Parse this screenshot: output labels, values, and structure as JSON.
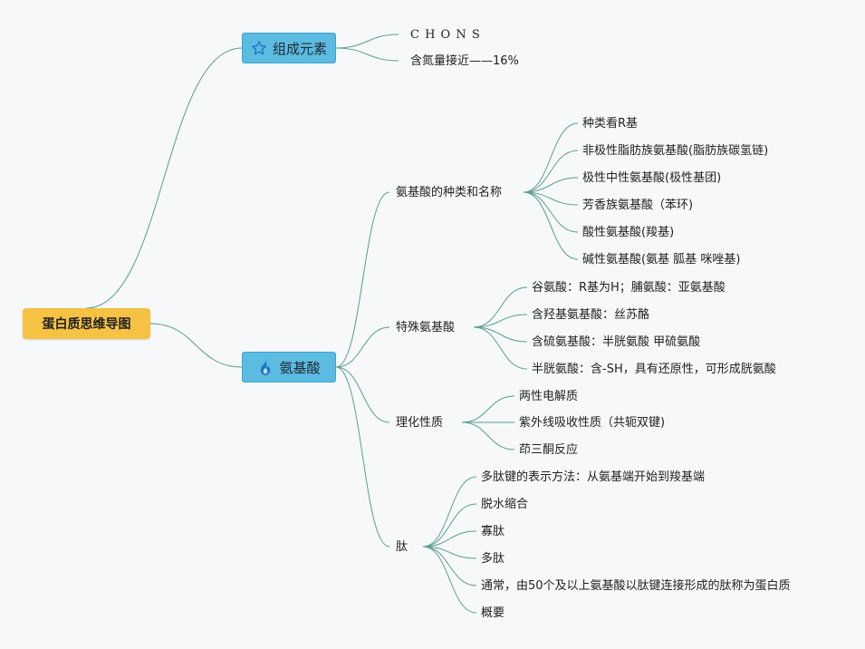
{
  "root": "蛋白质思维导图",
  "branches": [
    {
      "label": "组成元素",
      "icon": "star-icon",
      "items": [
        "C H O N S",
        "含氮量接近——16%"
      ]
    },
    {
      "label": "氨基酸",
      "icon": "flame-icon",
      "groups": [
        {
          "label": "氨基酸的种类和名称",
          "items": [
            "种类看R基",
            "非极性脂肪族氨基酸(脂肪族碳氢链)",
            "极性中性氨基酸(极性基团)",
            "芳香族氨基酸（苯环)",
            "酸性氨基酸(羧基)",
            "碱性氨基酸(氨基 胍基 咪唑基)"
          ]
        },
        {
          "label": "特殊氨基酸",
          "items": [
            "谷氨酸：R基为H；脯氨酸：亚氨基酸",
            "含羟基氨基酸：丝苏酪",
            "含硫氨基酸：半胱氨酸 甲硫氨酸",
            "半胱氨酸：含-SH，具有还原性，可形成胱氨酸"
          ]
        },
        {
          "label": "理化性质",
          "items": [
            "两性电解质",
            "紫外线吸收性质（共轭双键)",
            "茚三酮反应"
          ]
        },
        {
          "label": "肽",
          "items": [
            "多肽键的表示方法：从氨基端开始到羧基端",
            "脱水缩合",
            "寡肽",
            "多肽",
            "通常，由50个及以上氨基酸以肽键连接形成的肽称为蛋白质",
            "概要"
          ]
        }
      ]
    }
  ],
  "colors": {
    "root_fill": "#f5c244",
    "branch_fill": "#5bbbe0",
    "line": "#5a9e8e"
  }
}
